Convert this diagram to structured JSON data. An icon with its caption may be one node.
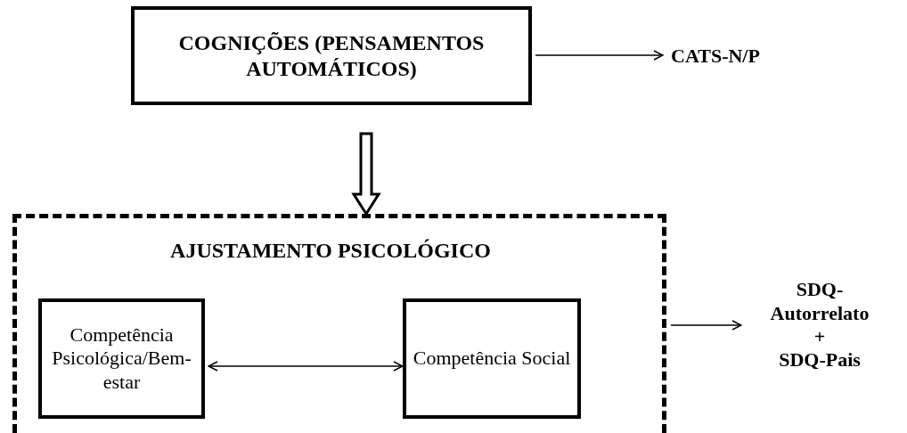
{
  "diagram": {
    "nodes": [
      {
        "text": [
          "COGNIÇÕES (PENSAMENTOS AUTOMÁTICOS)"
        ]
      },
      {
        "text": [
          "CATS-N/P"
        ]
      },
      {
        "text": [
          "AJUSTAMENTO PSICOLÓGICO"
        ]
      },
      {
        "text": [
          "Competência Psicológica/Bem-estar"
        ],
        "in": 2
      },
      {
        "text": [
          "Competência Social"
        ],
        "in": 2
      },
      {
        "text": [
          "SDQ- Autorrelato + SDQ-Pais"
        ]
      }
    ],
    "edges": [
      {
        "from": 0,
        "to": 1,
        "arrow": "to"
      },
      {
        "from": 0,
        "to": 2,
        "arrow": "to",
        "style": "thick"
      },
      {
        "from": 3,
        "to": 4,
        "arrow": "both"
      },
      {
        "from": 2,
        "to": 5,
        "arrow": "to"
      }
    ]
  }
}
